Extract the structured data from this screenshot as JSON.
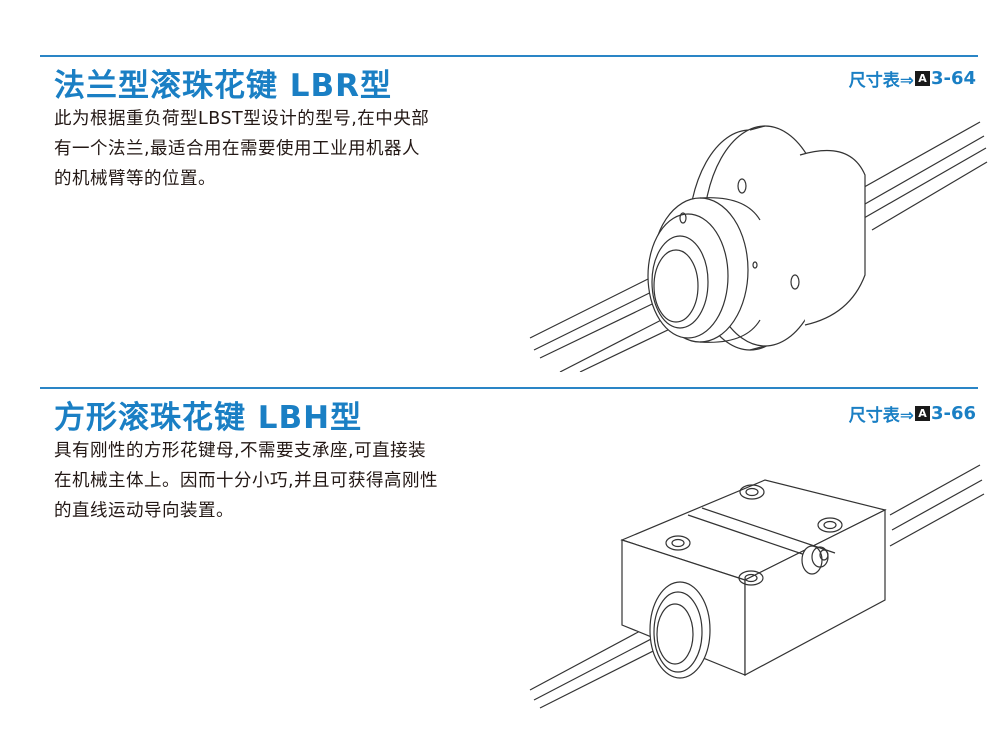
{
  "sections": [
    {
      "title": "法兰型滚珠花键 LBR型",
      "reference": {
        "prefix": "尺寸表⇒",
        "badge": "A",
        "page": "3-64"
      },
      "description": [
        "此为根据重负荷型LBST型设计的型号,在中央部",
        "有一个法兰,最适合用在需要使用工业用机器人",
        "的机械臂等的位置。"
      ],
      "illustration": "flange-ball-spline-illustration"
    },
    {
      "title": "方形滚珠花键 LBH型",
      "reference": {
        "prefix": "尺寸表⇒",
        "badge": "A",
        "page": "3-66"
      },
      "description": [
        "具有刚性的方形花键母,不需要支承座,可直接装",
        "在机械主体上。因而十分小巧,并且可获得高刚性",
        "的直线运动导向装置。"
      ],
      "illustration": "square-ball-spline-illustration"
    }
  ],
  "colors": {
    "accent": "#1a7fc4",
    "rule": "#2a85c6",
    "text": "#231815",
    "badge_bg": "#1a1a1a"
  }
}
